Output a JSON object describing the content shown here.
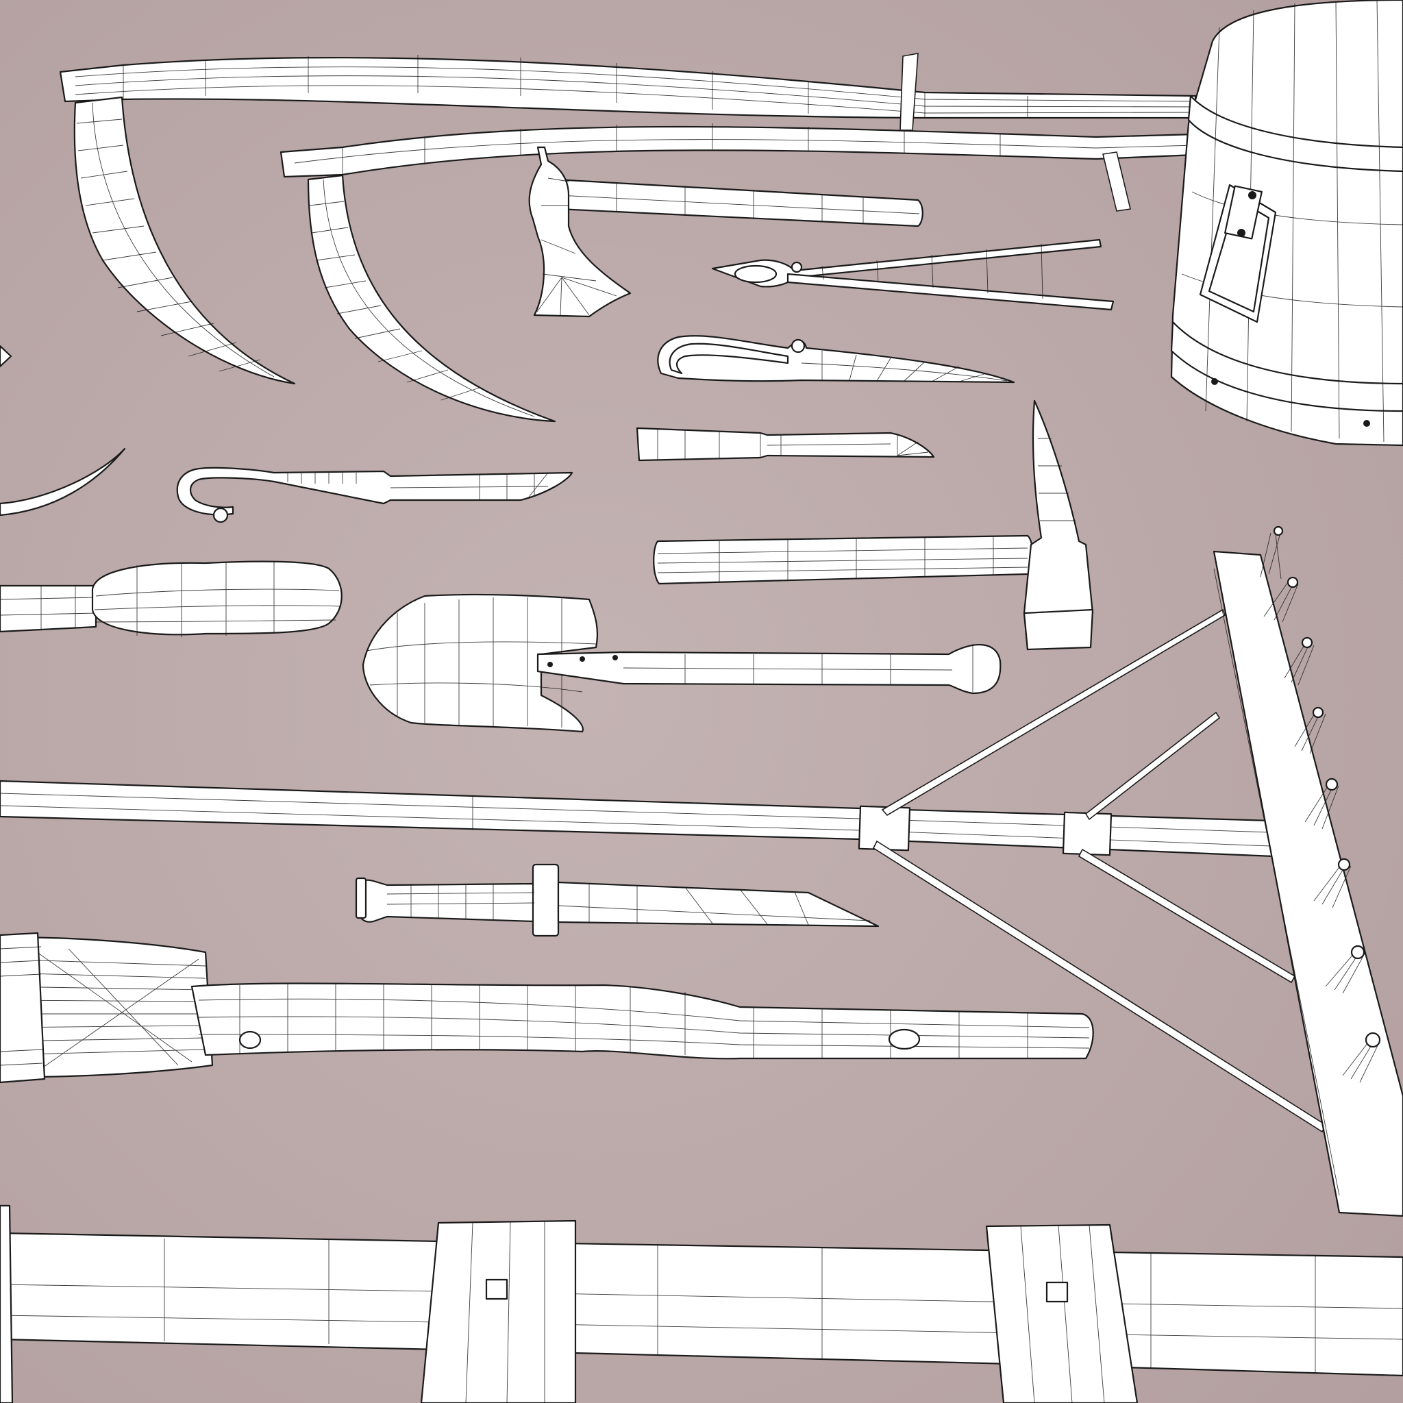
{
  "scene": {
    "background": "#b8a6a6",
    "background_center": "#c2b1b1",
    "mesh_fill": "#ffffff",
    "wire_color": "#1a1a1a"
  },
  "objects": [
    "scythe-large",
    "scythe-small",
    "sickle-partial",
    "wooden-bucket",
    "hatchet",
    "tongs",
    "curved-knife-loop-handle",
    "small-knife",
    "hook-knife",
    "pickaxe-hammer",
    "club-mallet",
    "shovel",
    "hay-rake",
    "dagger",
    "birch-broom",
    "wooden-fence"
  ]
}
